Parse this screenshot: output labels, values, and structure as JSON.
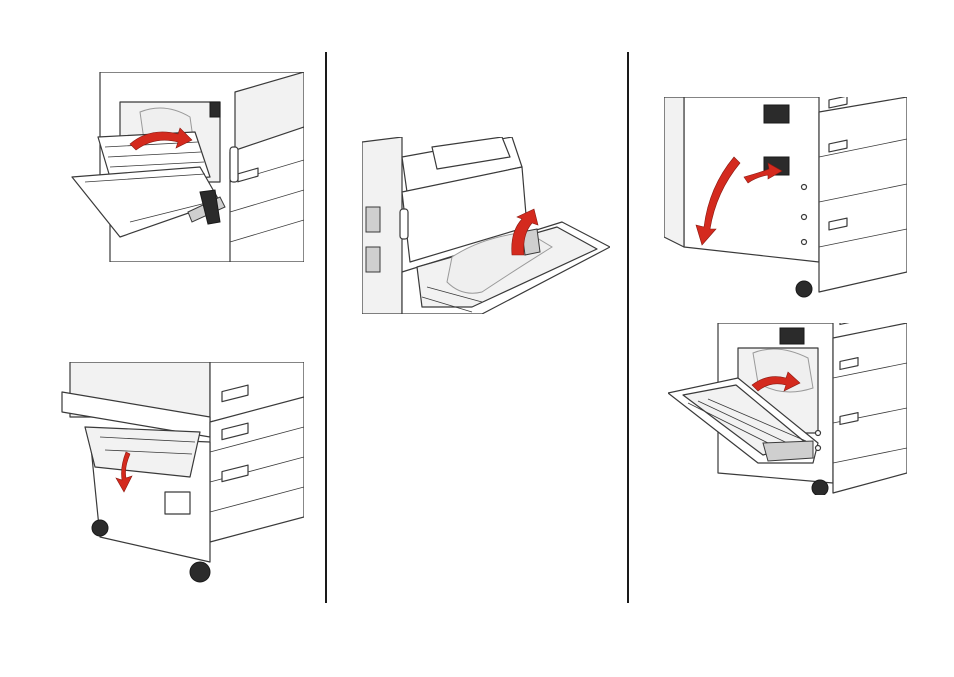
{
  "page": {
    "background": "#ffffff",
    "divider_color": "#1a1a1a",
    "arrow_color": "#d42a1e"
  },
  "illustrations": [
    {
      "id": "step-1",
      "icon": "printer-multipurpose-feeder-jam-illustration"
    },
    {
      "id": "step-2",
      "icon": "printer-lower-door-open-illustration"
    },
    {
      "id": "step-3",
      "icon": "printer-tray-pull-out-paper-illustration"
    },
    {
      "id": "step-4",
      "icon": "printer-side-door-open-illustration"
    },
    {
      "id": "step-5",
      "icon": "printer-side-door-jam-removal-illustration"
    }
  ]
}
